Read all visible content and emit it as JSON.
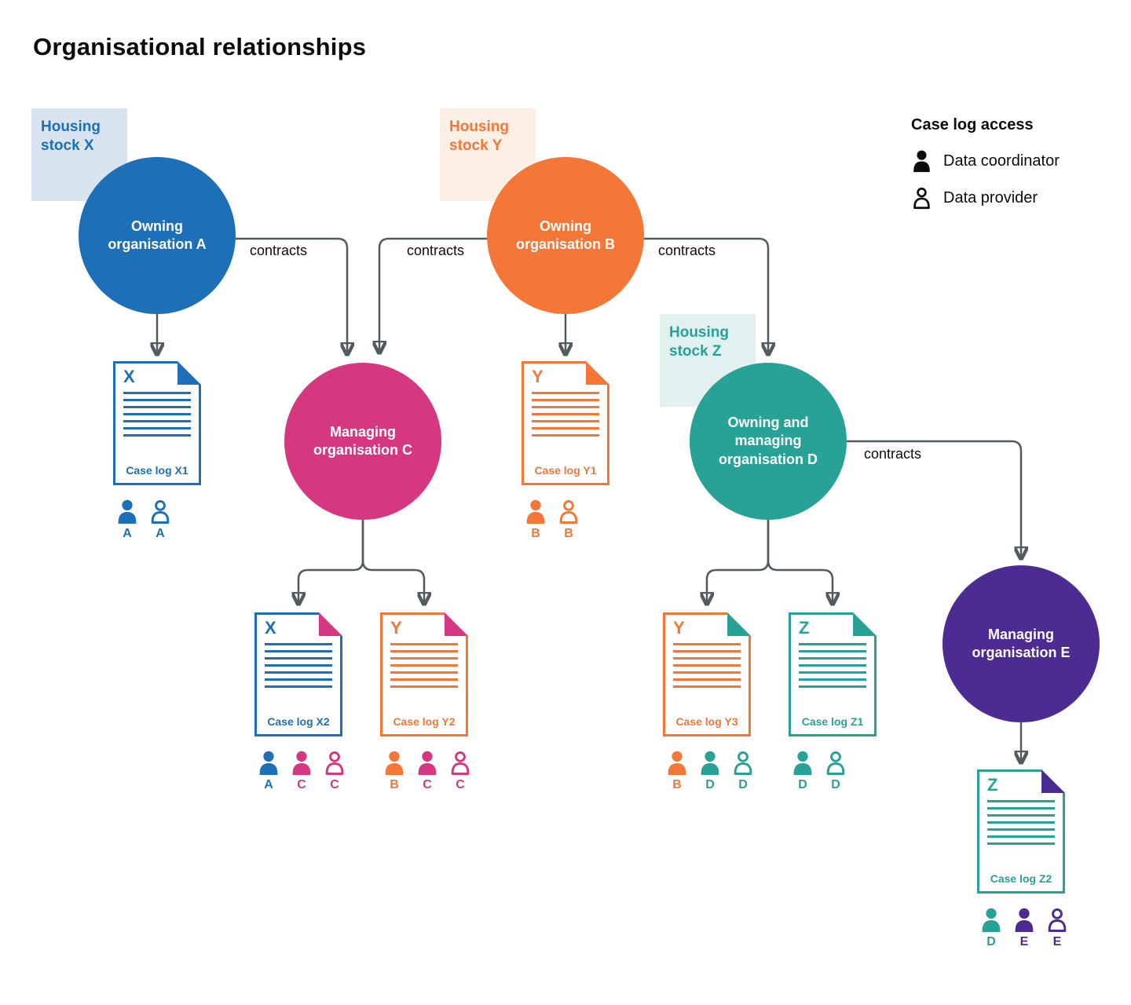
{
  "title": "Organisational relationships",
  "legend": {
    "title": "Case log access",
    "items": [
      {
        "icon": "person-filled-icon",
        "label": "Data coordinator"
      },
      {
        "icon": "person-outline-icon",
        "label": "Data provider"
      }
    ]
  },
  "contracts_label": "contracts",
  "colors": {
    "blue": "#1d70b8",
    "orange": "#f47738",
    "pink": "#d53880",
    "teal": "#28a197",
    "purple": "#4c2c92",
    "housing_stock_x_bg": "#d8e4f0",
    "housing_stock_y_bg": "#fcefe5",
    "housing_stock_z_bg": "#e1f1ef",
    "connector": "#505a5f",
    "text": "#0b0c0c"
  },
  "housing_stocks": [
    {
      "label": "Housing stock X",
      "color": "#1d70b8"
    },
    {
      "label": "Housing stock Y",
      "color": "#f47738"
    },
    {
      "label": "Housing stock Z",
      "color": "#28a197"
    }
  ],
  "organisations": [
    {
      "id": "A",
      "label": "Owning organisation A",
      "color": "#1d70b8"
    },
    {
      "id": "B",
      "label": "Owning organisation B",
      "color": "#f47738"
    },
    {
      "id": "C",
      "label": "Managing organisation C",
      "color": "#d53880"
    },
    {
      "id": "D",
      "label": "Owning and managing organisation D",
      "color": "#28a197"
    },
    {
      "id": "E",
      "label": "Managing organisation E",
      "color": "#4c2c92"
    }
  ],
  "case_logs": [
    {
      "letter": "X",
      "label": "Case log X1",
      "color": "#1d70b8",
      "fold_color": "#1d70b8",
      "access": [
        {
          "letter": "A",
          "icon": "person-filled-icon",
          "role": "Data coordinator",
          "color": "#1d70b8"
        },
        {
          "letter": "A",
          "icon": "person-outline-icon",
          "role": "Data provider",
          "color": "#1d70b8"
        }
      ]
    },
    {
      "letter": "Y",
      "label": "Case log Y1",
      "color": "#f47738",
      "fold_color": "#f47738",
      "access": [
        {
          "letter": "B",
          "icon": "person-filled-icon",
          "role": "Data coordinator",
          "color": "#f47738"
        },
        {
          "letter": "B",
          "icon": "person-outline-icon",
          "role": "Data provider",
          "color": "#f47738"
        }
      ]
    },
    {
      "letter": "X",
      "label": "Case log X2",
      "color": "#1d70b8",
      "fold_color": "#d53880",
      "access": [
        {
          "letter": "A",
          "icon": "person-filled-icon",
          "role": "Data coordinator",
          "color": "#1d70b8"
        },
        {
          "letter": "C",
          "icon": "person-filled-icon",
          "role": "Data coordinator",
          "color": "#d53880"
        },
        {
          "letter": "C",
          "icon": "person-outline-icon",
          "role": "Data provider",
          "color": "#d53880"
        }
      ]
    },
    {
      "letter": "Y",
      "label": "Case log Y2",
      "color": "#f47738",
      "fold_color": "#d53880",
      "access": [
        {
          "letter": "B",
          "icon": "person-filled-icon",
          "role": "Data coordinator",
          "color": "#f47738"
        },
        {
          "letter": "C",
          "icon": "person-filled-icon",
          "role": "Data coordinator",
          "color": "#d53880"
        },
        {
          "letter": "C",
          "icon": "person-outline-icon",
          "role": "Data provider",
          "color": "#d53880"
        }
      ]
    },
    {
      "letter": "Y",
      "label": "Case log Y3",
      "color": "#f47738",
      "fold_color": "#28a197",
      "access": [
        {
          "letter": "B",
          "icon": "person-filled-icon",
          "role": "Data coordinator",
          "color": "#f47738"
        },
        {
          "letter": "D",
          "icon": "person-filled-icon",
          "role": "Data coordinator",
          "color": "#28a197"
        },
        {
          "letter": "D",
          "icon": "person-outline-icon",
          "role": "Data provider",
          "color": "#28a197"
        }
      ]
    },
    {
      "letter": "Z",
      "label": "Case log Z1",
      "color": "#28a197",
      "fold_color": "#28a197",
      "access": [
        {
          "letter": "D",
          "icon": "person-filled-icon",
          "role": "Data coordinator",
          "color": "#28a197"
        },
        {
          "letter": "D",
          "icon": "person-outline-icon",
          "role": "Data provider",
          "color": "#28a197"
        }
      ]
    },
    {
      "letter": "Z",
      "label": "Case log Z2",
      "color": "#28a197",
      "fold_color": "#4c2c92",
      "access": [
        {
          "letter": "D",
          "icon": "person-filled-icon",
          "role": "Data coordinator",
          "color": "#28a197"
        },
        {
          "letter": "E",
          "icon": "person-filled-icon",
          "role": "Data coordinator",
          "color": "#4c2c92"
        },
        {
          "letter": "E",
          "icon": "person-outline-icon",
          "role": "Data provider",
          "color": "#4c2c92"
        }
      ]
    }
  ]
}
